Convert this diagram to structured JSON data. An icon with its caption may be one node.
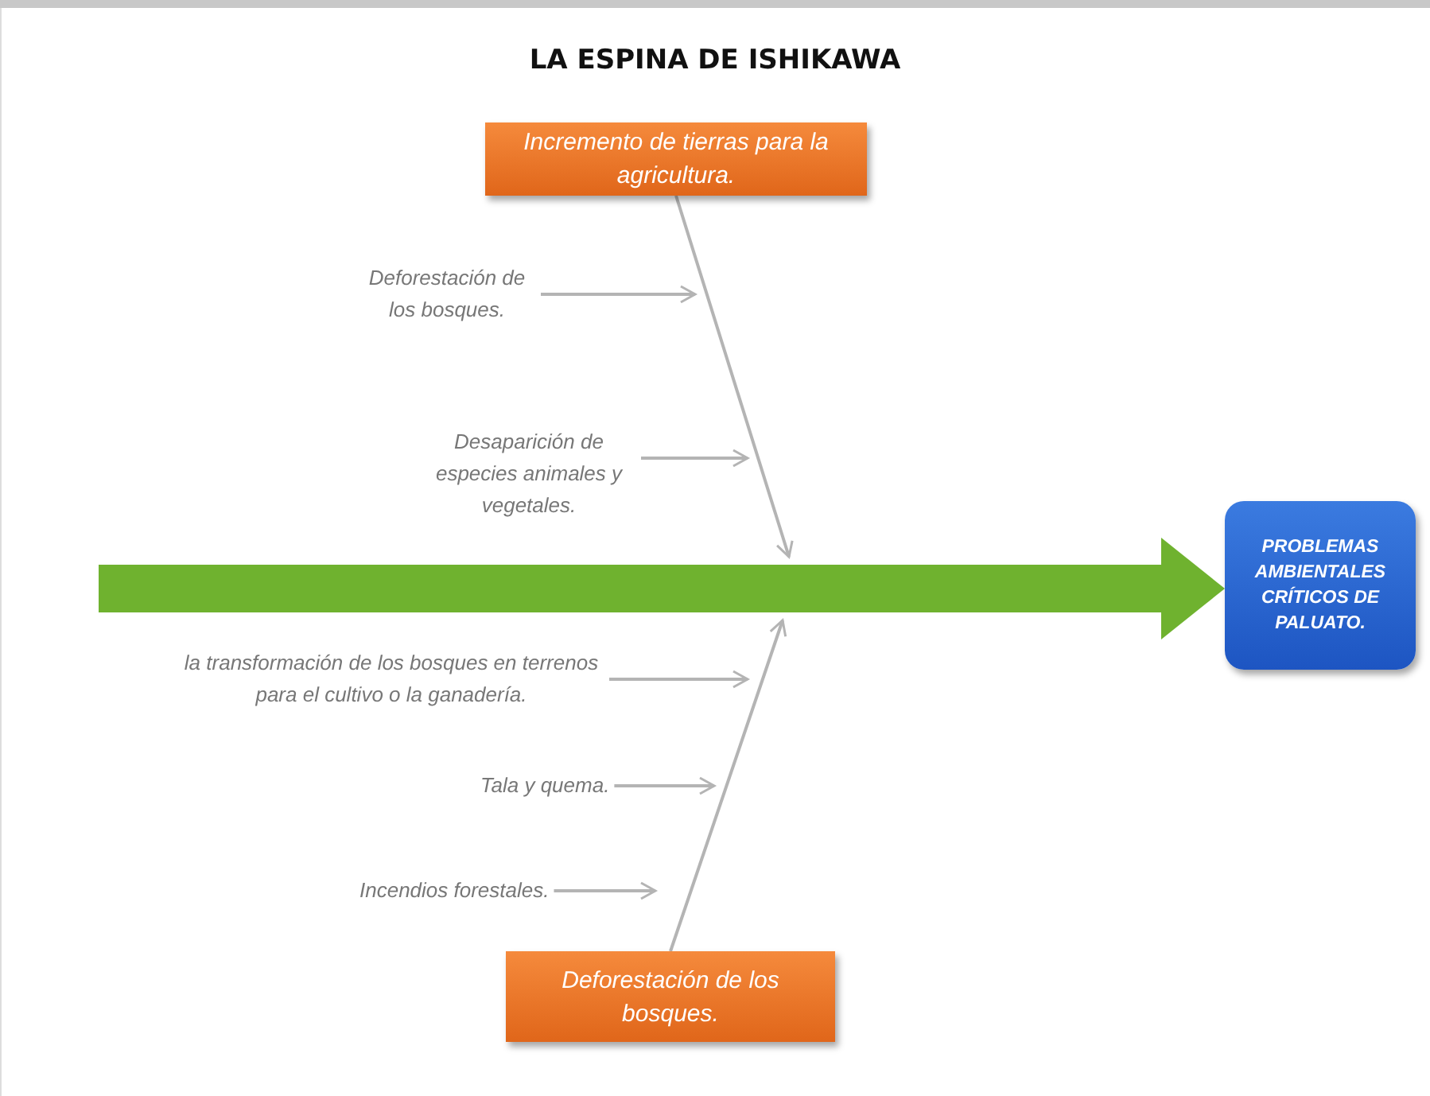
{
  "diagram": {
    "title": "LA ESPINA DE ISHIKAWA",
    "nodes": [
      {
        "text": [
          "Incremento de tierras para la agricultura."
        ]
      },
      {
        "text": [
          "Deforestación de los bosques."
        ]
      },
      {
        "text": [
          "Desaparición de especies animales y vegetales."
        ]
      },
      {
        "text": [
          "la transformación de los bosques en terrenos para el cultivo o la ganadería."
        ]
      },
      {
        "text": [
          "Tala y quema."
        ]
      },
      {
        "text": [
          "Incendios forestales."
        ]
      },
      {
        "text": [
          "Deforestación de los bosques."
        ]
      },
      {
        "text": [
          "PROBLEMAS AMBIENTALES CRÍTICOS DE PALUATO."
        ]
      }
    ],
    "edges": [
      {
        "from": 0,
        "to": null,
        "arrow": "to"
      },
      {
        "from": 1,
        "to": null,
        "arrow": "to"
      },
      {
        "from": 2,
        "to": null,
        "arrow": "to"
      },
      {
        "from": 3,
        "to": null,
        "arrow": "to"
      },
      {
        "from": 4,
        "to": null,
        "arrow": "to"
      },
      {
        "from": 5,
        "to": null,
        "arrow": "to"
      },
      {
        "from": 6,
        "to": null,
        "arrow": "to"
      },
      {
        "from": null,
        "to": 7,
        "arrow": "to",
        "style": "thick",
        "color": "#6fb22f"
      }
    ]
  }
}
